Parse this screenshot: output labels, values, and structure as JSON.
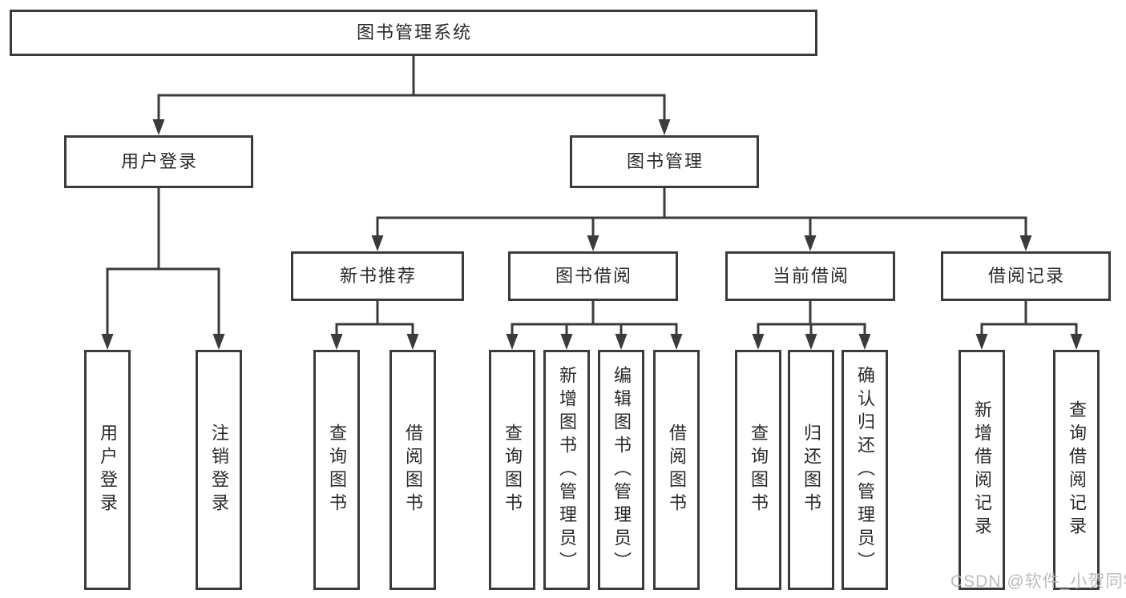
{
  "root": {
    "label": "图书管理系统"
  },
  "user_branch": {
    "label": "用户登录",
    "children": [
      {
        "label": "用户登录"
      },
      {
        "label": "注销登录"
      }
    ]
  },
  "book_branch": {
    "label": "图书管理",
    "sections": [
      {
        "label": "新书推荐",
        "children": [
          {
            "label": "查询图书"
          },
          {
            "label": "借阅图书"
          }
        ]
      },
      {
        "label": "图书借阅",
        "children": [
          {
            "label": "查询图书"
          },
          {
            "label": "新增图书（管理员）"
          },
          {
            "label": "编辑图书（管理员）"
          },
          {
            "label": "借阅图书"
          }
        ]
      },
      {
        "label": "当前借阅",
        "children": [
          {
            "label": "查询图书"
          },
          {
            "label": "归还图书"
          },
          {
            "label": "确认归还（管理员）"
          }
        ]
      },
      {
        "label": "借阅记录",
        "children": [
          {
            "label": "新增借阅记录"
          },
          {
            "label": "查询借阅记录"
          }
        ]
      }
    ]
  },
  "watermark": "CSDN @软件_小贺同学",
  "colors": {
    "line": "#3b3b3b",
    "text": "#2a2a2a",
    "watermark": "#b9b9b9",
    "background": "#ffffff"
  }
}
